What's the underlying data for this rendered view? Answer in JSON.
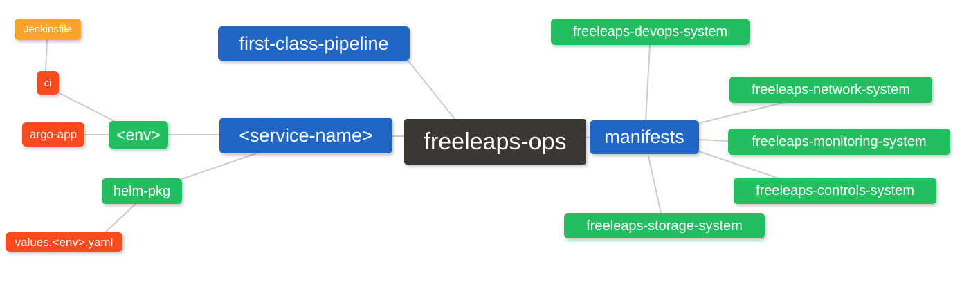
{
  "palette": {
    "root": "#3B3733",
    "branch_blue": "#2166C5",
    "leaf_green": "#23BE60",
    "leaf_orange": "#F9A32B",
    "leaf_red": "#F74A1E",
    "edge": "#CCCCCC",
    "background": "#FFFFFF",
    "node_text": "#FFFFFF"
  },
  "mindmap": {
    "root_label": "freeleaps-ops",
    "nodes": [
      {
        "id": "jenkinsfile",
        "label": "Jenkinsfile",
        "color": "#F9A32B"
      },
      {
        "id": "ci",
        "label": "ci",
        "color": "#F74A1E"
      },
      {
        "id": "argo-app",
        "label": "argo-app",
        "color": "#F74A1E"
      },
      {
        "id": "env",
        "label": "<env>",
        "color": "#23BE60"
      },
      {
        "id": "helm-pkg",
        "label": "helm-pkg",
        "color": "#23BE60"
      },
      {
        "id": "values-env-yaml",
        "label": "values.<env>.yaml",
        "color": "#F74A1E"
      },
      {
        "id": "first-class-pipeline",
        "label": "first-class-pipeline",
        "color": "#2166C5"
      },
      {
        "id": "service-name",
        "label": "<service-name>",
        "color": "#2166C5"
      },
      {
        "id": "freeleaps-ops",
        "label": "freeleaps-ops",
        "color": "#3B3733"
      },
      {
        "id": "manifests",
        "label": "manifests",
        "color": "#2166C5"
      },
      {
        "id": "devops-system",
        "label": "freeleaps-devops-system",
        "color": "#23BE60"
      },
      {
        "id": "network-system",
        "label": "freeleaps-network-system",
        "color": "#23BE60"
      },
      {
        "id": "monitoring-system",
        "label": "freeleaps-monitoring-system",
        "color": "#23BE60"
      },
      {
        "id": "controls-system",
        "label": "freeleaps-controls-system",
        "color": "#23BE60"
      },
      {
        "id": "storage-system",
        "label": "freeleaps-storage-system",
        "color": "#23BE60"
      }
    ],
    "edges": [
      {
        "from": "Jenkinsfile",
        "to": "ci"
      },
      {
        "from": "ci",
        "to": "<env>"
      },
      {
        "from": "argo-app",
        "to": "<env>"
      },
      {
        "from": "<env>",
        "to": "<service-name>"
      },
      {
        "from": "helm-pkg",
        "to": "<service-name>"
      },
      {
        "from": "values.<env>.yaml",
        "to": "helm-pkg"
      },
      {
        "from": "<service-name>",
        "to": "freeleaps-ops"
      },
      {
        "from": "first-class-pipeline",
        "to": "freeleaps-ops"
      },
      {
        "from": "freeleaps-ops",
        "to": "manifests"
      },
      {
        "from": "manifests",
        "to": "freeleaps-devops-system"
      },
      {
        "from": "manifests",
        "to": "freeleaps-network-system"
      },
      {
        "from": "manifests",
        "to": "freeleaps-monitoring-system"
      },
      {
        "from": "manifests",
        "to": "freeleaps-controls-system"
      },
      {
        "from": "manifests",
        "to": "freeleaps-storage-system"
      }
    ]
  }
}
